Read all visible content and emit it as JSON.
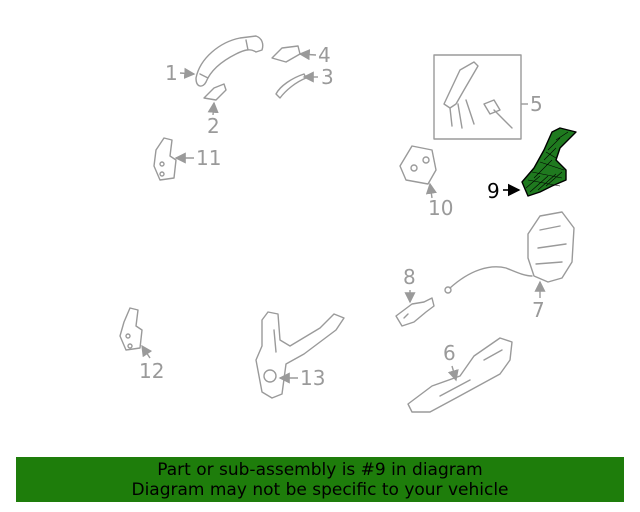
{
  "callouts": {
    "c1": "1",
    "c2": "2",
    "c3": "3",
    "c4": "4",
    "c5": "5",
    "c6": "6",
    "c7": "7",
    "c8": "8",
    "c9": "9",
    "c10": "10",
    "c11": "11",
    "c12": "12",
    "c13": "13"
  },
  "highlight": {
    "part_number": "9",
    "color": "#1e7d0b"
  },
  "banner": {
    "line1": "Part or sub-assembly is #9 in diagram",
    "line2": "Diagram may not be specific to your vehicle"
  }
}
